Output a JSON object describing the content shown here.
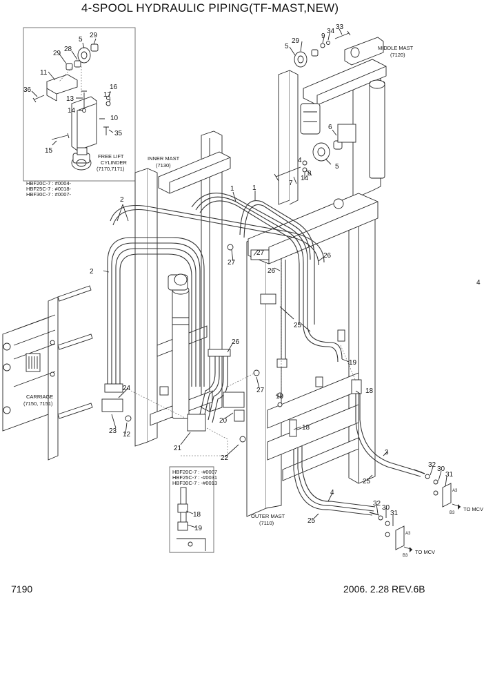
{
  "title": "4-SPOOL HYDRAULIC PIPING(TF-MAST,NEW)",
  "footer": {
    "page_id": "7190",
    "date_rev": "2006. 2.28  REV.6B"
  },
  "side_number": "4",
  "assemblies": {
    "middle_mast": [
      "MIDDLE MAST",
      "(7120)"
    ],
    "inner_mast": [
      "INNER MAST",
      "(7130)"
    ],
    "outer_mast": [
      "OUTER MAST",
      "(7110)"
    ],
    "carriage": [
      "CARRIAGE",
      "(7150, 7151)"
    ],
    "free_lift_cylinder": [
      "FREE LIFT",
      "CYLINDER",
      "(7170,7171)"
    ]
  },
  "serial_notes": {
    "inset_top": [
      "HBF20C-7 : #0004-",
      "HBF25C-7 : #0018-",
      "HBF30C-7 : #0007-"
    ],
    "inset_bottom": [
      "HBF20C-7 : -#0007",
      "HBF25C-7 : -#0031",
      "HBF30C-7 : -#0013"
    ]
  },
  "to_mcv": "TO MCV",
  "port_labels": [
    "A3",
    "B3"
  ],
  "callouts": {
    "inset_top": [
      "5",
      "29",
      "28",
      "29",
      "11",
      "36",
      "13",
      "16",
      "17",
      "14",
      "10",
      "35",
      "15"
    ],
    "middle_mast": [
      "33",
      "34",
      "9",
      "29",
      "5",
      "6",
      "4",
      "5",
      "8",
      "14",
      "7"
    ],
    "main": [
      "1",
      "1",
      "2",
      "2",
      "27",
      "27",
      "26",
      "26",
      "25",
      "26",
      "27",
      "24",
      "23",
      "12",
      "21",
      "22",
      "20",
      "19",
      "18",
      "18",
      "19",
      "3",
      "32",
      "30",
      "31",
      "25",
      "4",
      "32",
      "30",
      "31",
      "25"
    ],
    "inset_bottom": [
      "18",
      "19"
    ]
  }
}
